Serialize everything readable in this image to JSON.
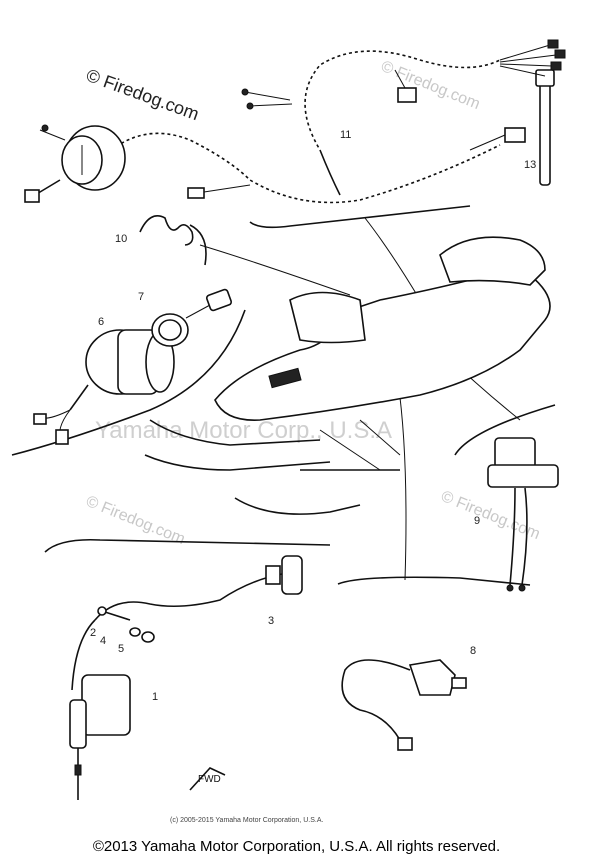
{
  "watermarks": {
    "firedog_main": "© Firedog.com",
    "firedog_tile": "© Firedog.com",
    "yamaha_overlay": "Yamaha Motor Corp., U.S.A",
    "small_copyright": "(c) 2005-2015 Yamaha Motor Corporation, U.S.A."
  },
  "callouts": {
    "n1": "1",
    "n2": "2",
    "n3": "3",
    "n4": "4",
    "n5": "5",
    "n6": "6",
    "n7": "7",
    "n8": "8",
    "n9": "9",
    "n10": "10",
    "n11": "11",
    "n13": "13"
  },
  "footer": {
    "copyright": "©2013 Yamaha Motor Corporation, U.S.A. All rights reserved."
  }
}
